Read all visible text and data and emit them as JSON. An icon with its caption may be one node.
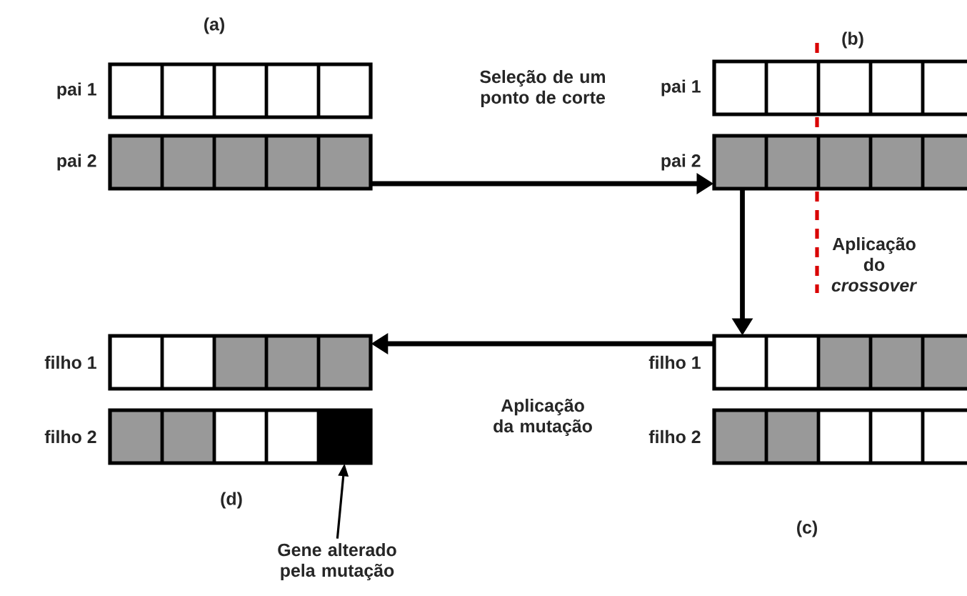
{
  "diagram": {
    "nodes": [
      {
        "text": [],
        "shape": "bar",
        "beside": [
          "pai 1"
        ]
      },
      {
        "text": [],
        "shape": "bar",
        "beside": [
          "pai 2"
        ]
      },
      {
        "text": [],
        "shape": "bar",
        "beside": [
          "pai 1"
        ]
      },
      {
        "text": [],
        "shape": "bar",
        "beside": [
          "pai 2"
        ]
      },
      {
        "text": [],
        "shape": "bar",
        "beside": [
          "filho 1"
        ]
      },
      {
        "text": [],
        "shape": "bar",
        "beside": [
          "filho 2"
        ]
      },
      {
        "text": [],
        "shape": "box",
        "in": 5
      },
      {
        "text": [],
        "shape": "bar",
        "beside": [
          "filho 1"
        ]
      },
      {
        "text": [],
        "shape": "bar",
        "beside": [
          "filho 2"
        ]
      },
      {
        "text": [
          "Gene alterado pela mutação"
        ]
      }
    ],
    "edges": [
      {
        "from": 1,
        "to": 3,
        "arrow": "to",
        "label": "Seleção de um ponto de corte"
      },
      {
        "from": 3,
        "to": 7,
        "arrow": "to",
        "label": "Aplicação do *crossover*"
      },
      {
        "from": 7,
        "to": 4,
        "arrow": "to",
        "label": "Aplicação da mutação"
      },
      {
        "from": 9,
        "to": 6,
        "arrow": "to"
      }
    ],
    "labels": [
      "(a)",
      "(b)",
      "(d)",
      "(c)"
    ]
  }
}
